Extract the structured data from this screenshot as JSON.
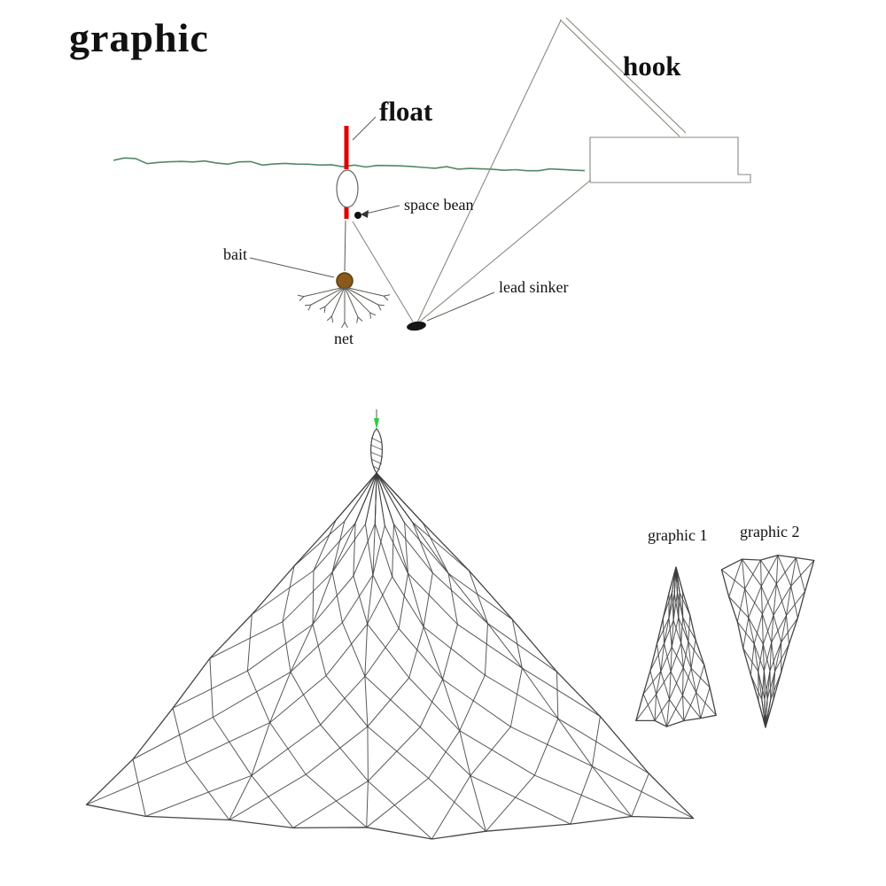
{
  "labels": {
    "title": "graphic",
    "hook": "hook",
    "float": "float",
    "space_bean": "space bean",
    "bait": "bait",
    "net": "net",
    "lead_sinker": "lead sinker",
    "graphic1": "graphic 1",
    "graphic2": "graphic 2"
  },
  "colors": {
    "background": "#ffffff",
    "ink": "#111111",
    "line": "#8a8a80",
    "water": "#3f7a55",
    "float_red": "#e00000",
    "bait_brown": "#8a5a1a",
    "sinker_black": "#151515",
    "net_ink": "#3c3c3c",
    "spindle_green": "#2ecc40"
  }
}
